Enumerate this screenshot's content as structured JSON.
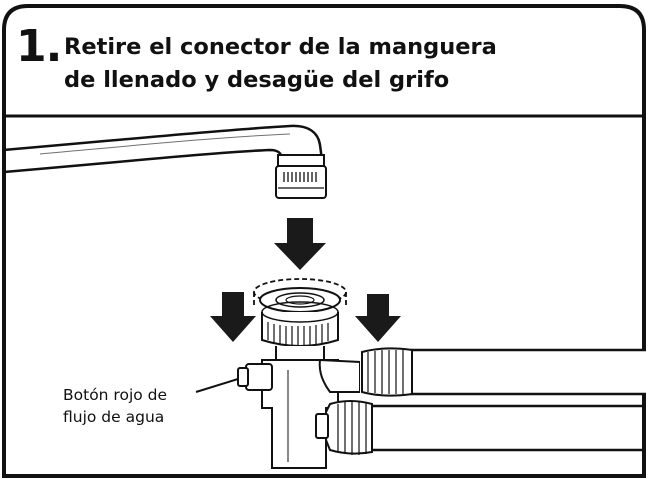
{
  "step": {
    "number": "1.",
    "title_line_1": "Retire el conector de la manguera",
    "title_line_2": "de llenado y desagüe del grifo"
  },
  "callout": {
    "line_1": "Botón rojo de",
    "line_2": "flujo de agua"
  },
  "colors": {
    "ink": "#111111",
    "paper": "#ffffff",
    "arrow": "#1a1a1a"
  },
  "icons": [
    "down-arrow-icon",
    "faucet-icon",
    "hose-connector-icon",
    "hose-icon"
  ]
}
